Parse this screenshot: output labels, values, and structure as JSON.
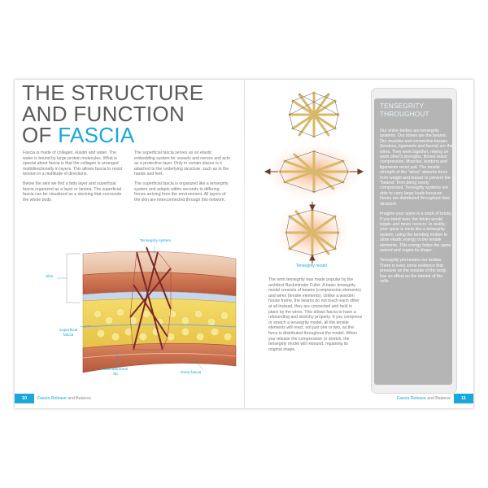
{
  "title": {
    "line1": "THE STRUCTURE",
    "line2": "AND FUNCTION",
    "line3_prefix": "OF ",
    "line3_accent": "FASCIA"
  },
  "col1": {
    "p1": "Fascia is made of collagen, elastin and water. The water is bound by large protein molecules. What is special about fascia is that the collagen is arranged multidirectionally in layers. This allows fascia to resist tension in a multitude of directions.",
    "p2": "Below the skin we find a fatty layer and superficial fascia organized as a layer or lamina. The superficial fascia can be visualized as a stocking that surrounds the whole body."
  },
  "col2": {
    "p1": "The superficial fascia serves as an elastic embedding system for vessels and nerves and acts as a protective layer. Only in certain places is it attached to the underlying structure, such as in the hands and feet.",
    "p2": "The superficial fascia is organized like a tensegrity system and adapts within seconds to differing forces arriving from the environment. All layers of the skin are interconnected through this network."
  },
  "figure": {
    "label_tensegrity_system": "Tensegrity system",
    "label_skin": "Skin",
    "label_superficial_fascia": "Superficial fascia",
    "label_subcutaneous_fat": "Subcutaneous fat",
    "label_deep_fascia": "Deep fascia",
    "caption_model": "Tensegrity model"
  },
  "col_mid": {
    "p1": "The term tensegrity was made popular by the architect Buckminster Fuller. A basic tensegrity model consists of beams (compression elements) and wires (tensile elements). Unlike a wooden house frame, the beams do not touch each other at all instead, they are connected and held in place by the wires. This allows fascia to have a rebounding and stretchy property. If you compress or stretch a tensegrity model, all the tensile elements will react, not just one or two, as the force is distributed throughout the model. When you release the compression or stretch, the tensegrity model will rebound, regaining its original shape."
  },
  "sidebar": {
    "title_line1": "TENSEGRITY",
    "title_line2": "THROUGHOUT",
    "p1": "Our entire bodies are tensegrity systems. Our bones are the beams. Our muscles and connective tissues (tendons, ligaments and fascia) are the wires. They work together, relying on each other's strengths. Bones resist compression. Muscles, tendons and ligaments resist pull. The tensile strength of the \"wires\" absorbs force from weight and impact to prevent the \"beams\" from being overly compressed. Tensegrity systems are able to carry large loads because forces are distributed throughout their structure.",
    "p2": "Imagine your spine is a stack of bricks. If you bend over, the bricks would topple and never recover. In reality, your spine is more like a tensegrity system, using the bending motion to store elastic energy in the tensile elements. This energy helps the spine extend and regain its shape.",
    "p3": "Tensegrity permeates our bodies. There is even some evidence that pressure on the outside of the body has an effect on the interior of the cells."
  },
  "footer": {
    "left_page": "10",
    "left_text_a": "Fascia Release",
    "left_text_b": " and Balance",
    "right_text_a": "Fascia Release",
    "right_text_b": " and Balance",
    "right_page": "11"
  },
  "colors": {
    "accent": "#1aa7d9",
    "sidebar_bg": "#b5b5b5"
  }
}
